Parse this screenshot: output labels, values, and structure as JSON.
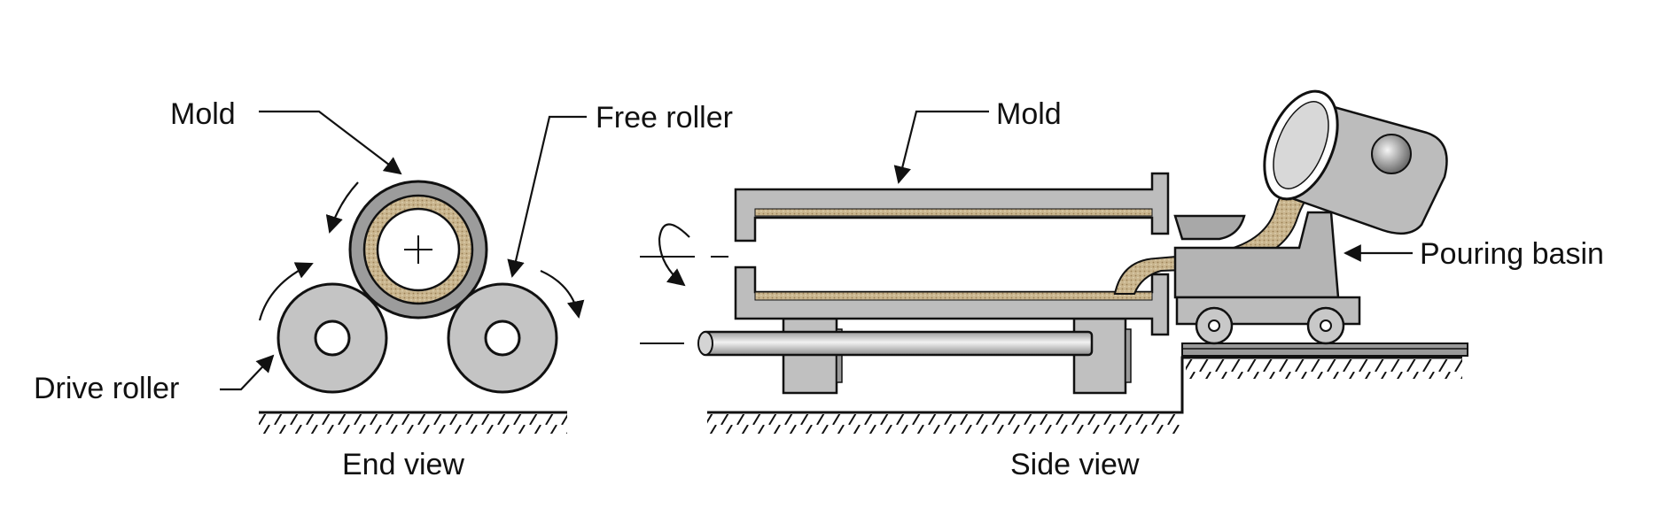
{
  "end_view": {
    "caption": "End view",
    "labels": {
      "mold": "Mold",
      "free_roller": "Free roller",
      "drive_roller": "Drive roller"
    }
  },
  "side_view": {
    "caption": "Side view",
    "labels": {
      "mold": "Mold",
      "pouring_basin": "Pouring basin"
    }
  },
  "colors": {
    "metal_gray": "#b9b9b9",
    "light_gray": "#e6e6e6",
    "molten_metal": "#c8b48c",
    "line": "#111111"
  },
  "icons": [
    "rotation-arrow-icon",
    "plus-crosshair-icon",
    "leader-arrow-icon",
    "hatched-ground-icon"
  ]
}
